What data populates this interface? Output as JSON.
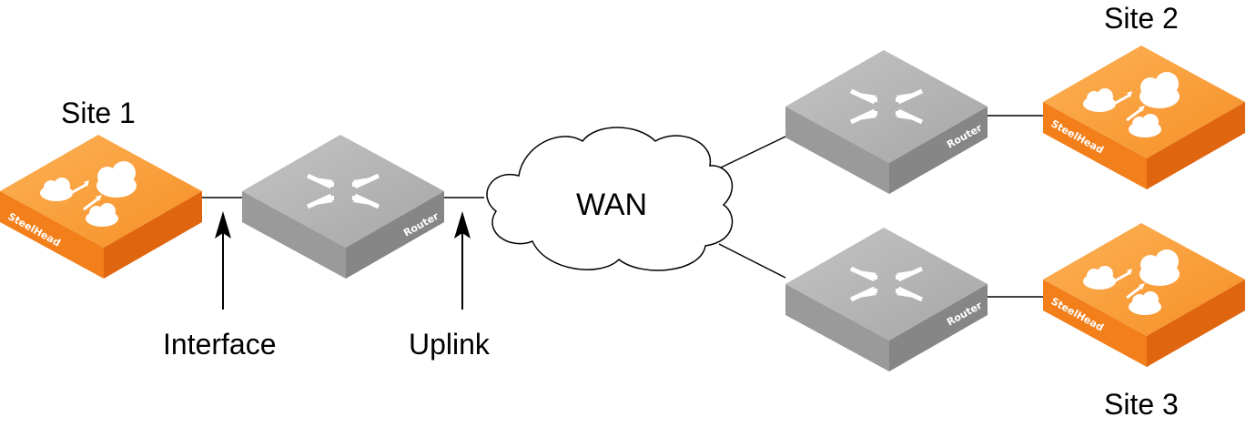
{
  "sites": {
    "site1": "Site 1",
    "site2": "Site 2",
    "site3": "Site 3"
  },
  "annotations": {
    "interface": "Interface",
    "uplink": "Uplink"
  },
  "network": {
    "wan": "WAN"
  },
  "devices": {
    "steelhead_label": "SteelHead",
    "router_label": "Router"
  },
  "colors": {
    "steelhead_top": "#f9a03f",
    "steelhead_side_left": "#f27f1a",
    "steelhead_side_right": "#e0650f",
    "router_top": "#b3b3b3",
    "router_side_left": "#9a9a9a",
    "router_side_right": "#8a8a8a",
    "line": "#000000"
  },
  "icons": {
    "steelhead": "cloud-transfer-icon",
    "router": "converging-arrows-icon"
  }
}
